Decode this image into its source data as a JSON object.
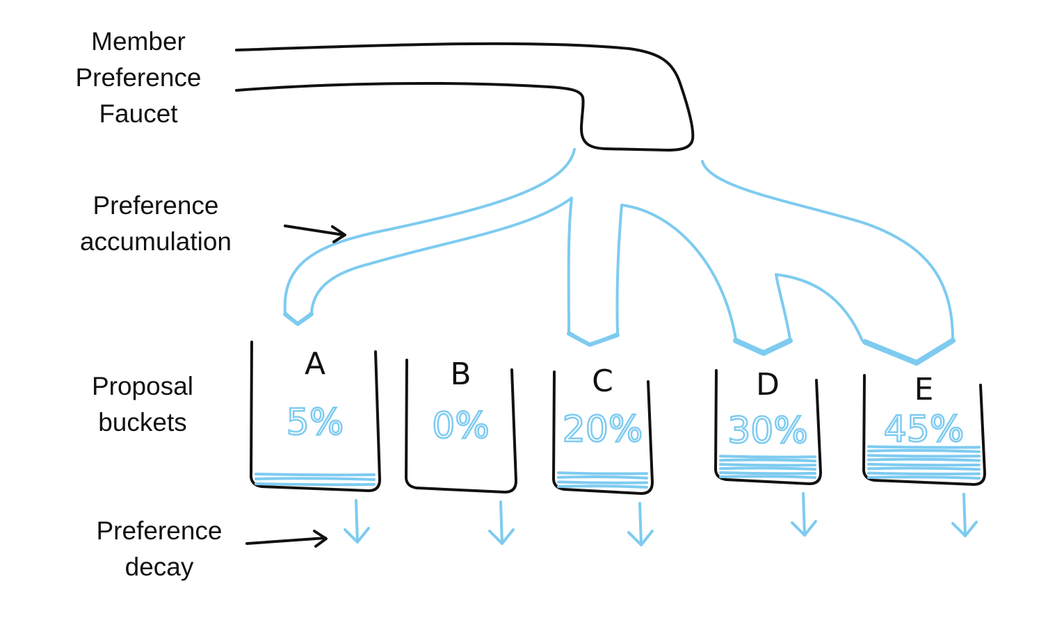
{
  "labels": {
    "faucet": [
      "Member",
      "Preference",
      "Faucet"
    ],
    "accumulation": [
      "Preference",
      "accumulation"
    ],
    "buckets": [
      "Proposal",
      "buckets"
    ],
    "decay": [
      "Preference",
      "decay"
    ]
  },
  "buckets": [
    {
      "letter": "A",
      "percent": "5%",
      "fill": 0.05
    },
    {
      "letter": "B",
      "percent": "0%",
      "fill": 0.0
    },
    {
      "letter": "C",
      "percent": "20%",
      "fill": 0.2
    },
    {
      "letter": "D",
      "percent": "30%",
      "fill": 0.3
    },
    {
      "letter": "E",
      "percent": "45%",
      "fill": 0.45
    }
  ],
  "colors": {
    "ink": "#111111",
    "water": "#7ecbf0"
  }
}
